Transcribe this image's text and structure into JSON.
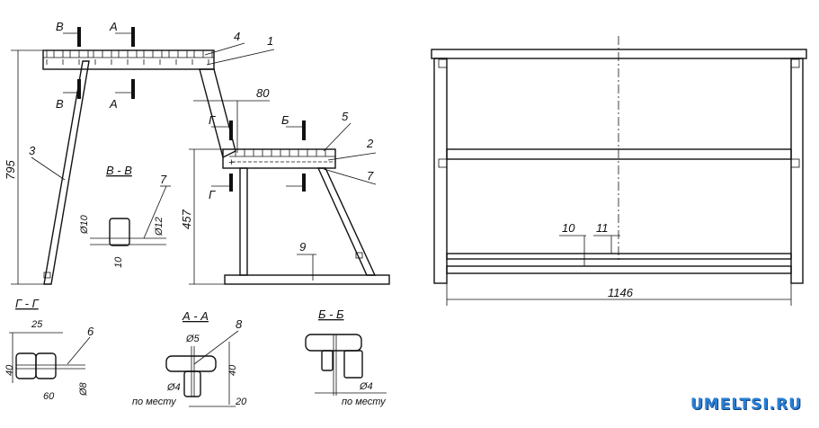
{
  "side_view": {
    "section_marks": [
      "В",
      "А",
      "В",
      "А",
      "Г",
      "Г",
      "Б"
    ],
    "part_numbers": [
      "4",
      "1",
      "3",
      "5",
      "2",
      "7",
      "9"
    ],
    "dims": {
      "total_height": "795",
      "seat_height": "457",
      "offset": "80"
    }
  },
  "section_vv": {
    "title": "В - В",
    "part": "7",
    "d1": "Ø10",
    "d2": "Ø12",
    "d3": "10"
  },
  "section_gg": {
    "title": "Г - Г",
    "w": "25",
    "h": "40",
    "l": "60",
    "d": "Ø8",
    "part": "6"
  },
  "section_aa": {
    "title": "А - А",
    "d1": "Ø5",
    "part": "8",
    "h": "40",
    "d2": "Ø4",
    "note": "по месту",
    "w": "20"
  },
  "section_bb": {
    "title": "Б - Б",
    "d": "Ø4",
    "note": "по месту"
  },
  "front_view": {
    "parts": [
      "10",
      "11"
    ],
    "width": "1146"
  },
  "logo": "UMELTSI.RU"
}
